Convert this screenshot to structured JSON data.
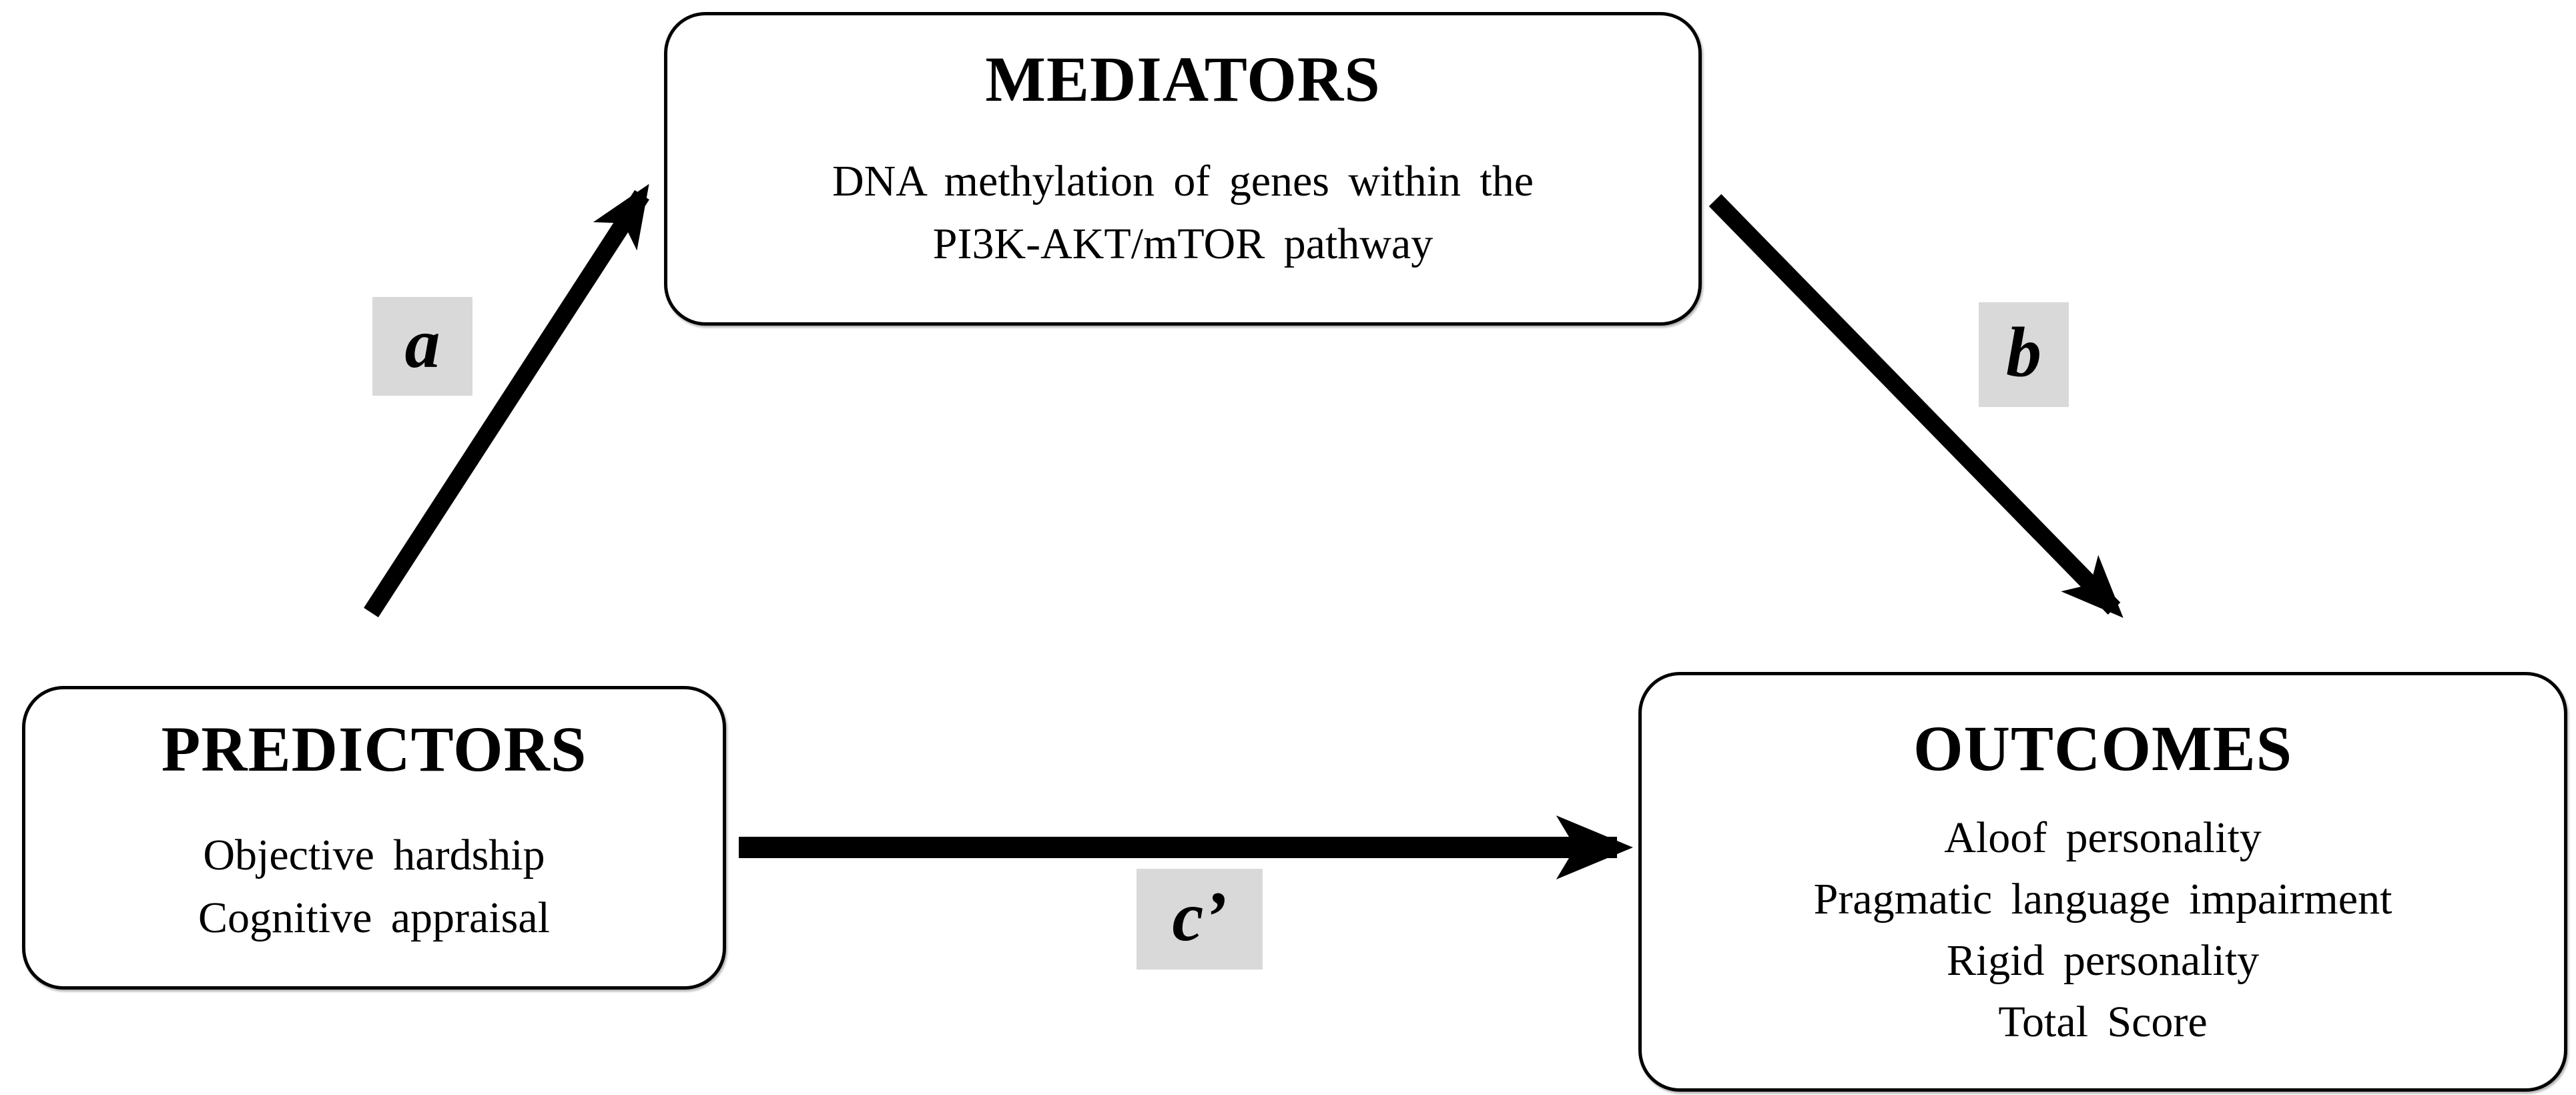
{
  "diagram": {
    "nodes": {
      "mediators": {
        "title": "MEDIATORS",
        "lines": [
          "DNA methylation of genes within the",
          "PI3K-AKT/mTOR pathway"
        ]
      },
      "predictors": {
        "title": "PREDICTORS",
        "lines": [
          "Objective hardship",
          "Cognitive appraisal"
        ]
      },
      "outcomes": {
        "title": "OUTCOMES",
        "lines": [
          "Aloof personality",
          "Pragmatic language impairment",
          "Rigid personality",
          "Total Score"
        ]
      }
    },
    "paths": {
      "a": {
        "label": "a",
        "from": "predictors",
        "to": "mediators"
      },
      "b": {
        "label": "b",
        "from": "mediators",
        "to": "outcomes"
      },
      "c_prime": {
        "label": "c’",
        "from": "predictors",
        "to": "outcomes"
      }
    },
    "colors": {
      "background": "#ffffff",
      "box_fill": "#ffffff",
      "box_border": "#000000",
      "text": "#000000",
      "arrow": "#000000",
      "label_bg": "#d9d9d9"
    }
  }
}
